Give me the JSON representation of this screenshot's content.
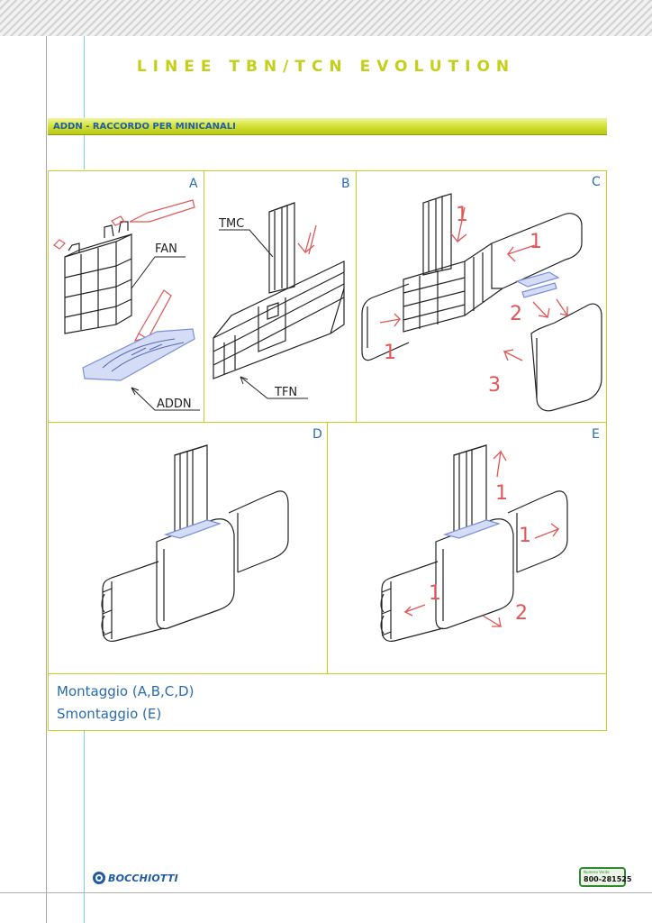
{
  "document": {
    "title": "LINEE TBN/TCN EVOLUTION",
    "section_heading": "ADDN - RACCORDO PER MINICANALI"
  },
  "panels": {
    "a": {
      "letter": "A",
      "labels": {
        "fan": "FAN",
        "addn": "ADDN"
      }
    },
    "b": {
      "letter": "B",
      "labels": {
        "tmc": "TMC",
        "tfn": "TFN"
      }
    },
    "c": {
      "letter": "C",
      "step_numbers": [
        "1",
        "1",
        "1",
        "2",
        "3"
      ]
    },
    "d": {
      "letter": "D"
    },
    "e": {
      "letter": "E",
      "step_numbers": [
        "1",
        "1",
        "1",
        "2"
      ]
    }
  },
  "captions": {
    "assembly": "Montaggio (A,B,C,D)",
    "disassembly": "Smontaggio (E)"
  },
  "footer": {
    "brand_name": "BOCCHIOTTI",
    "phone_badge_top": "Numero Verde",
    "phone_number": "800-281525"
  },
  "colors": {
    "title_accent": "#c3cf18",
    "heading_text": "#1f5fa8",
    "panel_border": "#c8d21e",
    "annotation_red": "#e05555",
    "part_highlight": "#7a8fd8",
    "phone_green": "#2f8a2f"
  }
}
